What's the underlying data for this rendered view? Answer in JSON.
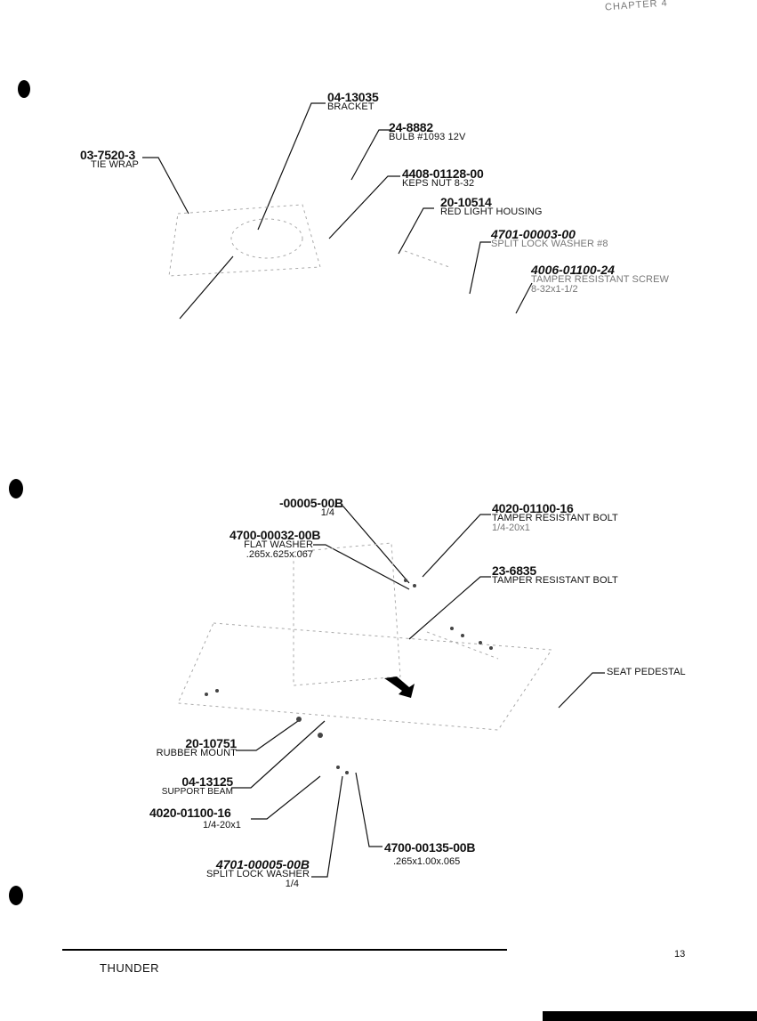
{
  "header": {
    "chapter_mark": "CHAPTER 4"
  },
  "diagram1": {
    "callouts": [
      {
        "part": "04-13035",
        "desc": "BRACKET"
      },
      {
        "part": "24-8882",
        "desc": "BULB #1093 12V"
      },
      {
        "part": "03-7520-3",
        "desc": "TIE WRAP"
      },
      {
        "part": "4408-01128-00",
        "desc": "KEPS NUT 8-32"
      },
      {
        "part": "20-10514",
        "desc": "RED LIGHT HOUSING"
      },
      {
        "part": "4701-00003-00",
        "desc": "SPLIT LOCK WASHER #8"
      },
      {
        "part": "4006-01100-24",
        "desc": "TAMPER RESISTANT SCREW",
        "size": "8-32x1-1/2"
      }
    ]
  },
  "diagram2": {
    "callouts": [
      {
        "part": "-00005-00B",
        "size": "1/4"
      },
      {
        "part": "4020-01100-16",
        "desc": "TAMPER RESISTANT BOLT",
        "size": "1/4-20x1"
      },
      {
        "part": "4700-00032-00B",
        "desc": "FLAT WASHER",
        "size": ".265x.625x.067"
      },
      {
        "part": "23-6835",
        "desc": "TAMPER RESISTANT BOLT"
      },
      {
        "part": "",
        "desc": "SEAT PEDESTAL"
      },
      {
        "part": "20-10751",
        "desc": "RUBBER MOUNT"
      },
      {
        "part": "04-13125",
        "desc": "SUPPORT BEAM"
      },
      {
        "part": "4020-01100-16",
        "size": "1/4-20x1"
      },
      {
        "part": "4700-00135-00B",
        "size": ".265x1.00x.065"
      },
      {
        "part": "4701-00005-00B",
        "desc": "SPLIT LOCK WASHER",
        "size": "1/4"
      }
    ]
  },
  "footer": {
    "title": "THUNDER",
    "page_number": "13"
  }
}
